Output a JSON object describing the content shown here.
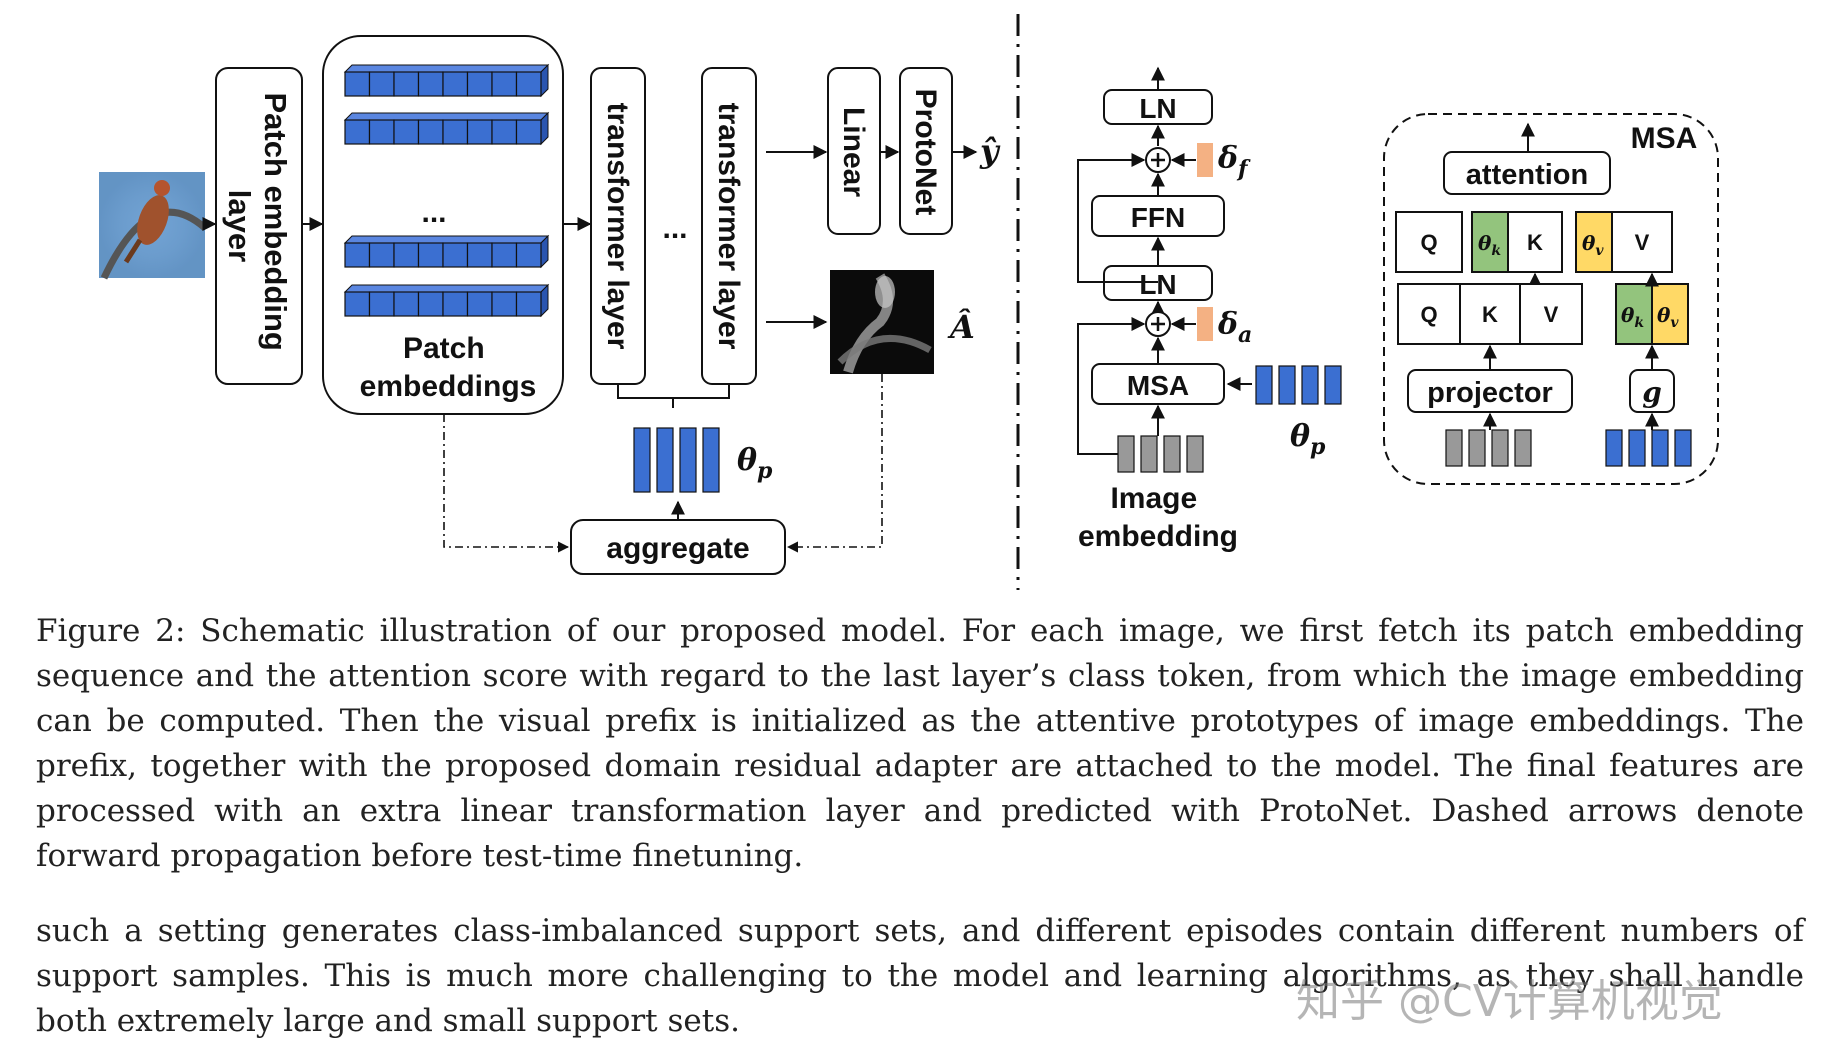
{
  "diagram": {
    "patch_embedding_layer": [
      "Patch embedding",
      "layer"
    ],
    "patch_embeddings": [
      "Patch",
      "embeddings"
    ],
    "ellipsis": "...",
    "transformer_layer": "transformer layer",
    "linear": "Linear",
    "protonet": "ProtoNet",
    "y_hat": "ŷ",
    "a_hat": "Â",
    "theta_p": "θp",
    "aggregate": "aggregate",
    "ln": "LN",
    "ffn": "FFN",
    "msa": "MSA",
    "delta_f": "δf",
    "delta_a": "δa",
    "image_embedding": [
      "Image",
      "embedding"
    ],
    "attention": "attention",
    "q": "Q",
    "k": "K",
    "v": "V",
    "theta_k": "θk",
    "theta_v": "θv",
    "projector": "projector",
    "g": "g",
    "colors": {
      "patch_blue": "#3b6fd1",
      "delta_orange": "#f4b183",
      "theta_k_green": "#93c47d",
      "theta_v_yellow": "#ffd966",
      "image_gray": "#999999"
    }
  },
  "caption": "Figure 2: Schematic illustration of our proposed model. For each image, we first fetch its patch embedding sequence and the attention score with regard to the last layer’s class token, from which the image embedding can be computed. Then the visual prefix is initialized as the attentive prototypes of image embeddings. The prefix, together with the proposed domain residual adapter are attached to the model. The final features are processed with an extra linear transformation layer and predicted with ProtoNet. Dashed arrows denote forward propagation before test-time finetuning.",
  "body_text": "such a setting generates class-imbalanced support sets, and different episodes contain different numbers of support samples. This is much more challenging to the model and learning algorithms, as they shall handle both extremely large and small support sets.",
  "watermark": "知乎 @CV计算机视觉"
}
